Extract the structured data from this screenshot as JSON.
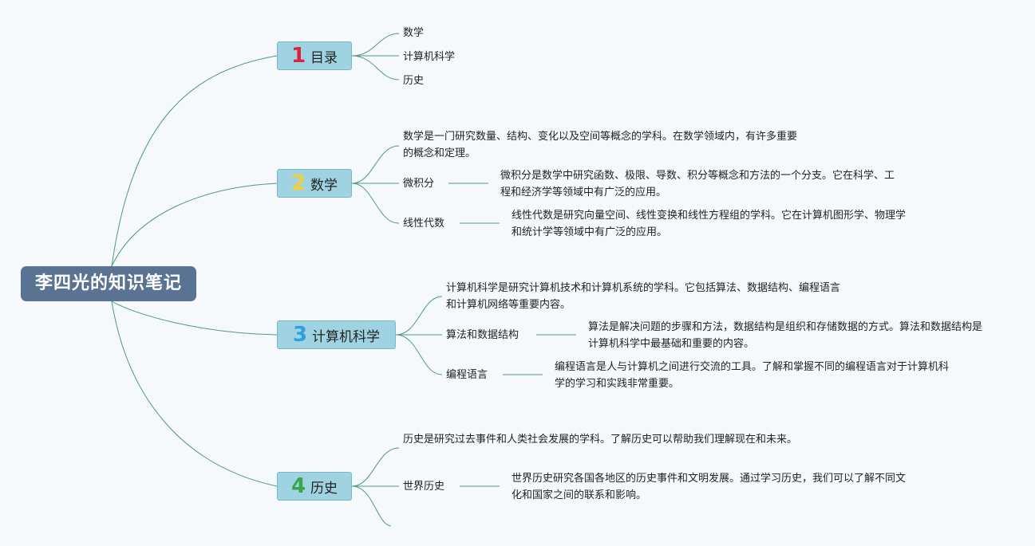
{
  "root": {
    "title": "李四光的知识笔记"
  },
  "branches": [
    {
      "num": "1",
      "label": "目录",
      "num_color": "#d9253b",
      "children": [
        "数学",
        "计算机科学",
        "历史"
      ]
    },
    {
      "num": "2",
      "label": "数学",
      "num_color": "#f2cf38",
      "intro": "数学是一门研究数量、结构、变化以及空间等概念的学科。在数学领域内，有许多重要的概念和定理。",
      "topics": [
        {
          "label": "微积分",
          "desc": "微积分是数学中研究函数、极限、导数、积分等概念和方法的一个分支。它在科学、工程和经济学等领域中有广泛的应用。"
        },
        {
          "label": "线性代数",
          "desc": "线性代数是研究向量空间、线性变换和线性方程组的学科。它在计算机图形学、物理学和统计学等领域中有广泛的应用。"
        }
      ]
    },
    {
      "num": "3",
      "label": "计算机科学",
      "num_color": "#2e9fe0",
      "intro": "计算机科学是研究计算机技术和计算机系统的学科。它包括算法、数据结构、编程语言和计算机网络等重要内容。",
      "topics": [
        {
          "label": "算法和数据结构",
          "desc": "算法是解决问题的步骤和方法，数据结构是组织和存储数据的方式。算法和数据结构是计算机科学中最基础和重要的内容。"
        },
        {
          "label": "编程语言",
          "desc": "编程语言是人与计算机之间进行交流的工具。了解和掌握不同的编程语言对于计算机科学的学习和实践非常重要。"
        }
      ]
    },
    {
      "num": "4",
      "label": "历史",
      "num_color": "#3aa64a",
      "intro": "历史是研究过去事件和人类社会发展的学科。了解历史可以帮助我们理解现在和未来。",
      "topics": [
        {
          "label": "世界历史",
          "desc": "世界历史研究各国各地区的历史事件和文明发展。通过学习历史，我们可以了解不同文化和国家之间的联系和影响。"
        }
      ]
    }
  ],
  "colors": {
    "line": "#4f9a7e",
    "root_bg": "#5a7392",
    "branch_bg": "#9fd3e2"
  }
}
